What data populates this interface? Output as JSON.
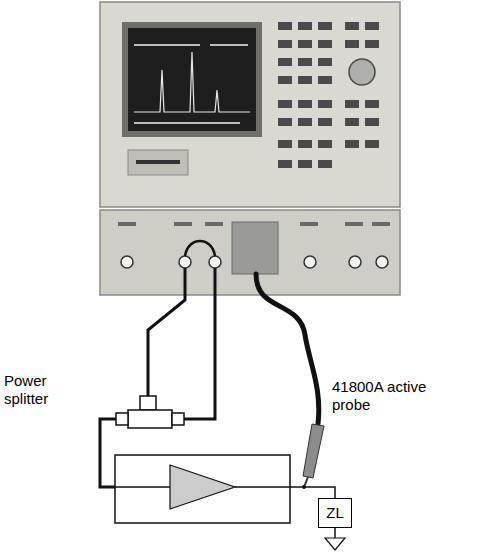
{
  "diagram": {
    "nodes": [
      {
        "text": [
          "ZL"
        ]
      }
    ],
    "labels": [
      "Power splitter",
      "41800A active probe"
    ]
  }
}
